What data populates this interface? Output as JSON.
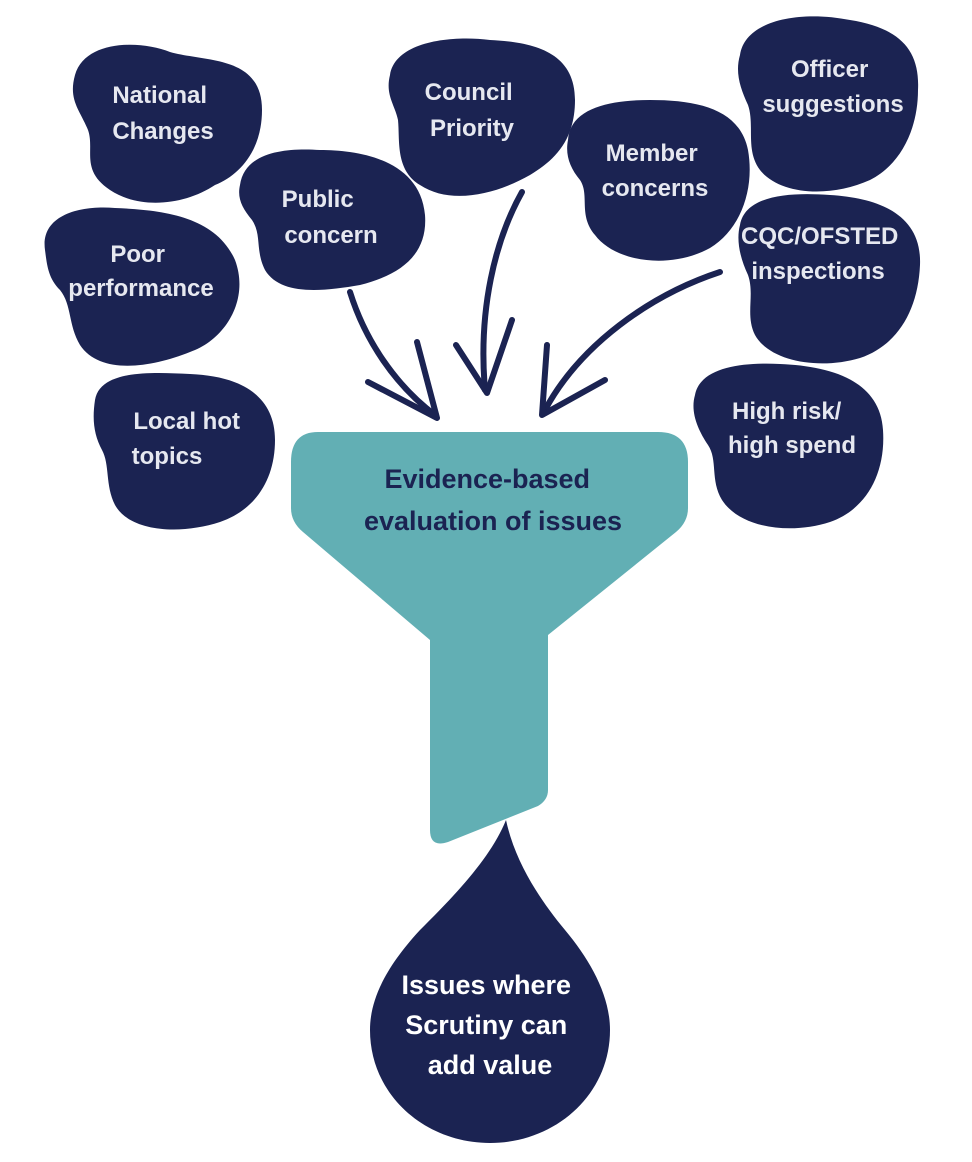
{
  "colors": {
    "navy": "#1b2352",
    "teal": "#62afb4",
    "blob_text": "#e6e8f0",
    "funnel_text": "#1b2352",
    "drop_text": "#ffffff"
  },
  "inputs": [
    {
      "id": "national",
      "lines": [
        "National",
        "Changes"
      ]
    },
    {
      "id": "council",
      "lines": [
        "Council",
        "Priority"
      ]
    },
    {
      "id": "officer",
      "lines": [
        "Officer",
        "suggestions"
      ]
    },
    {
      "id": "member",
      "lines": [
        "Member",
        "concerns"
      ]
    },
    {
      "id": "public",
      "lines": [
        "Public",
        "concern"
      ]
    },
    {
      "id": "poor",
      "lines": [
        "Poor",
        "performance"
      ]
    },
    {
      "id": "cqc",
      "lines": [
        "CQC/OFSTED",
        "inspections"
      ]
    },
    {
      "id": "local",
      "lines": [
        "Local  hot",
        "topics"
      ]
    },
    {
      "id": "highrisk",
      "lines": [
        "High risk/",
        "high spend"
      ]
    }
  ],
  "funnel": {
    "lines": [
      "Evidence-based",
      "evaluation of issues"
    ]
  },
  "output": {
    "lines": [
      "Issues where",
      "Scrutiny can",
      "add value"
    ]
  }
}
